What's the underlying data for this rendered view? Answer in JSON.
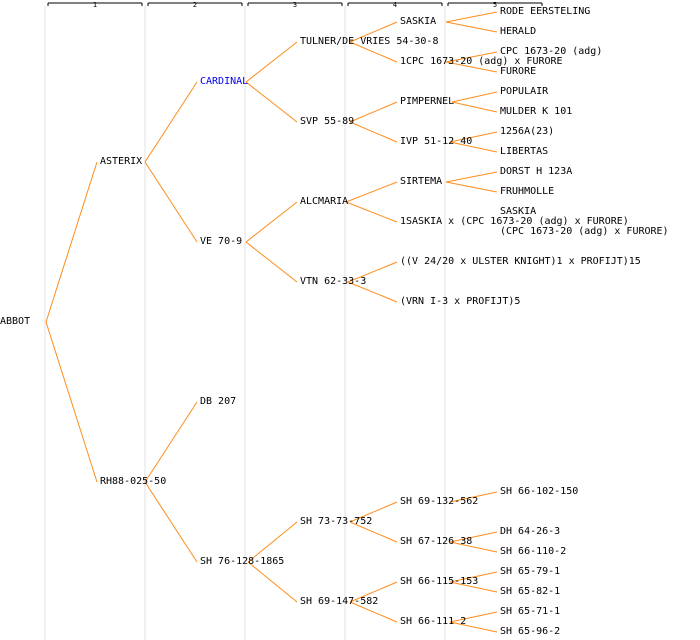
{
  "generations": [
    "1",
    "2",
    "3",
    "4",
    "5"
  ],
  "colors": {
    "connector": "#ff8c1a",
    "link": "#0000ee",
    "column_line": "#e0e0e0",
    "text": "#000000"
  },
  "root": "ABBOT",
  "nodes": {
    "g1": [
      "ASTERIX",
      "RH88-025-50"
    ],
    "g2": [
      "CARDINAL",
      "VE 70-9",
      "DB 207",
      "SH 76-128-1865"
    ],
    "g3": [
      "TULNER/DE VRIES 54-30-8",
      "SVP 55-89",
      "ALCMARIA",
      "VTN 62-33-3",
      "SH 73-73-752",
      "SH 69-147-582"
    ],
    "g4": [
      "SASKIA",
      "1CPC 1673-20 (adg) x FURORE",
      "PIMPERNEL",
      "IVP 51-12 40",
      "SIRTEMA",
      "1SASKIA x (CPC 1673-20 (adg) x FURORE)",
      "((V 24/20 x ULSTER KNIGHT)1 x PROFIJT)15",
      "(VRN I-3 x PROFIJT)5",
      "SH 69-132-562",
      "SH 67-126 38",
      "SH 66-115-153",
      "SH 66-111 2"
    ],
    "g5": [
      "RODE EERSTELING",
      "HERALD",
      "CPC 1673-20 (adg)",
      "FURORE",
      "POPULAIR",
      "MULDER K 101",
      "1256A(23)",
      "LIBERTAS",
      "DORST H 123A",
      "FRUHMOLLE",
      "SASKIA",
      "(CPC 1673-20 (adg) x FURORE)",
      "SH 66-102-150",
      "DH 64-26-3",
      "SH 66-110-2",
      "SH 65-79-1",
      "SH 65-82-1",
      "SH 65-71-1",
      "SH 65-96-2"
    ]
  }
}
